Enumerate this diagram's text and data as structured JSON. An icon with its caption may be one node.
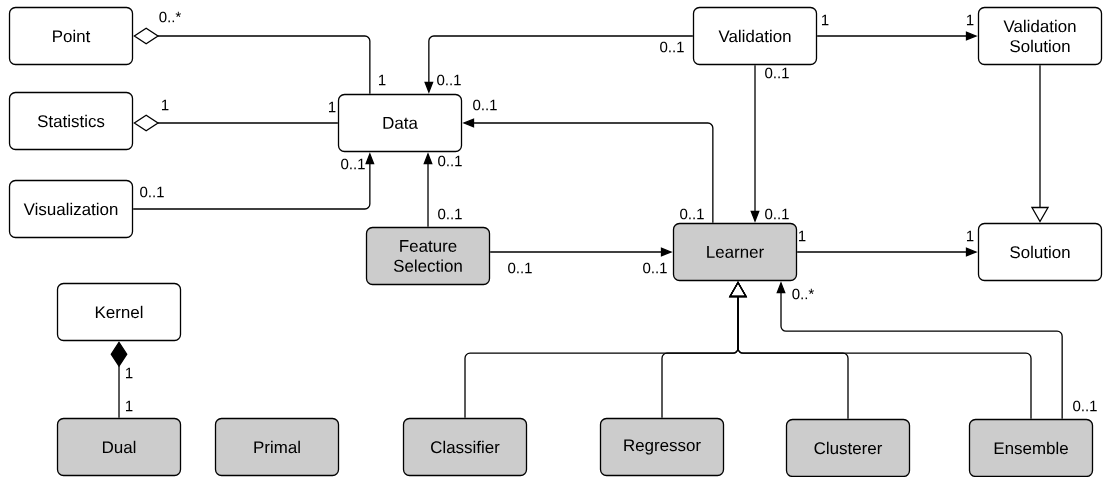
{
  "diagram": {
    "nodes": [
      {
        "text": [
          "Point"
        ]
      },
      {
        "text": [
          "Statistics"
        ]
      },
      {
        "text": [
          "Visualization"
        ]
      },
      {
        "text": [
          "Data"
        ]
      },
      {
        "text": [
          "Validation"
        ]
      },
      {
        "text": [
          "Validation Solution"
        ]
      },
      {
        "text": [
          "Feature Selection"
        ]
      },
      {
        "text": [
          "Learner"
        ]
      },
      {
        "text": [
          "Solution"
        ]
      },
      {
        "text": [
          "Kernel"
        ]
      },
      {
        "text": [
          "Dual"
        ]
      },
      {
        "text": [
          "Primal"
        ]
      },
      {
        "text": [
          "Classifier"
        ]
      },
      {
        "text": [
          "Regressor"
        ]
      },
      {
        "text": [
          "Clusterer"
        ]
      },
      {
        "text": [
          "Ensemble"
        ]
      }
    ],
    "edges": [
      {
        "from": 3,
        "to": 0,
        "arrow": "other"
      },
      {
        "from": 3,
        "to": 1,
        "arrow": "other"
      },
      {
        "from": 2,
        "to": 3,
        "arrow": "to"
      },
      {
        "from": 4,
        "to": 3,
        "arrow": "to"
      },
      {
        "from": 7,
        "to": 3,
        "arrow": "to"
      },
      {
        "from": 6,
        "to": 3,
        "arrow": "to"
      },
      {
        "from": 4,
        "to": 5,
        "arrow": "to"
      },
      {
        "from": 4,
        "to": 7,
        "arrow": "to"
      },
      {
        "from": 6,
        "to": 7,
        "arrow": "to"
      },
      {
        "from": 7,
        "to": 8,
        "arrow": "to"
      },
      {
        "from": 5,
        "to": 8,
        "arrow": "to"
      },
      {
        "from": 10,
        "to": 9,
        "arrow": "other"
      },
      {
        "from": 12,
        "to": 7,
        "arrow": "to"
      },
      {
        "from": 13,
        "to": 7,
        "arrow": "to"
      },
      {
        "from": 14,
        "to": 7,
        "arrow": "to"
      },
      {
        "from": 15,
        "to": 7,
        "arrow": "to"
      },
      {
        "from": 15,
        "to": 7,
        "arrow": "to"
      }
    ],
    "labels": [
      "0..*",
      "1",
      "1",
      "0..1",
      "0..1",
      "1",
      "0..1",
      "1",
      "1",
      "0..1",
      "0..1",
      "0..1",
      "0..1",
      "0..1",
      "0..1",
      "0..1",
      "1",
      "1",
      "0..1",
      "0..1",
      "0..*",
      "1",
      "1",
      "0..1"
    ]
  }
}
